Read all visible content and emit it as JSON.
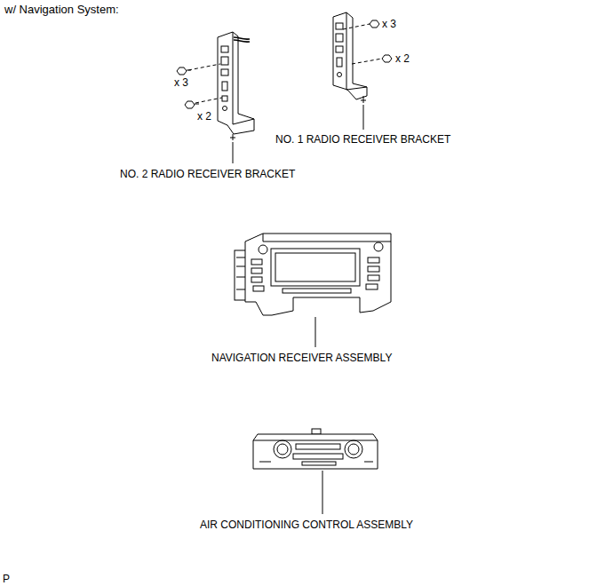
{
  "diagram": {
    "title": "w/ Navigation System:",
    "labels": [
      "x 3",
      "x 2",
      "x 3",
      "x 2",
      "NO. 1 RADIO RECEIVER BRACKET",
      "NO. 2 RADIO RECEIVER BRACKET",
      "NAVIGATION RECEIVER ASSEMBLY",
      "AIR CONDITIONING CONTROL ASSEMBLY",
      "P"
    ]
  }
}
